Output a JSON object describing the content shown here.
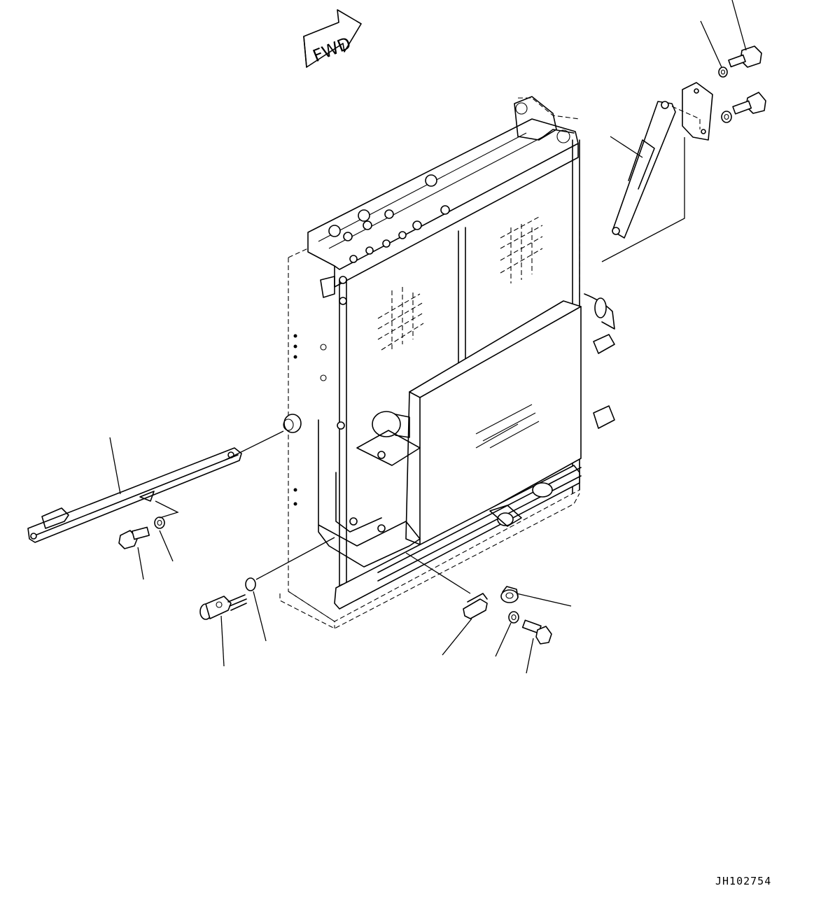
{
  "diagram": {
    "type": "exploded parts diagram",
    "direction_marker": {
      "text": "FWD"
    },
    "drawing_number": "JH102754"
  }
}
